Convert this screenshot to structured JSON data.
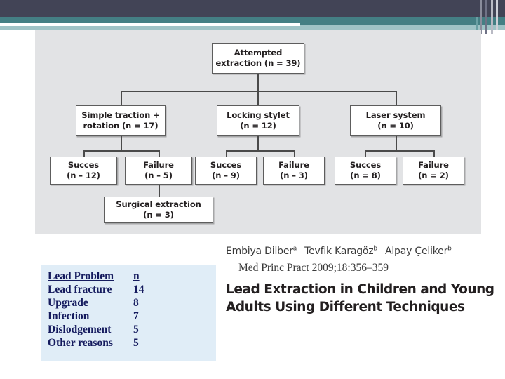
{
  "theme": {
    "band_dark": "#424456",
    "band_teal": "#447f84",
    "band_light_teal": "#9fc3c6",
    "figure_panel_bg": "#e2e3e5",
    "table_bg": "#e0edf7",
    "table_text": "#151b5e",
    "node_border": "#5d5d5d"
  },
  "figure": {
    "root": {
      "line1": "Attempted",
      "line2": "extraction (n = 39)"
    },
    "branches": [
      {
        "title_line1": "Simple traction +",
        "title_line2": "rotation (n = 17)",
        "success_line1": "Succes",
        "success_line2": "(n – 12)",
        "failure_line1": "Failure",
        "failure_line2": "(n – 5)"
      },
      {
        "title_line1": "Locking stylet",
        "title_line2": "(n = 12)",
        "success_line1": "Succes",
        "success_line2": "(n – 9)",
        "failure_line1": "Failure",
        "failure_line2": "(n – 3)"
      },
      {
        "title_line1": "Laser system",
        "title_line2": "(n = 10)",
        "success_line1": "Succes",
        "success_line2": "(n = 8)",
        "failure_line1": "Failure",
        "failure_line2": "(n = 2)"
      }
    ],
    "surgical": {
      "line1": "Surgical extraction",
      "line2": "(n = 3)"
    }
  },
  "lead_table": {
    "headers": {
      "label": "Lead Problem",
      "n": "n"
    },
    "rows": [
      {
        "label": "Lead fracture",
        "n": "14"
      },
      {
        "label": "Upgrade",
        "n": "8"
      },
      {
        "label": "Infection",
        "n": "7"
      },
      {
        "label": "Dislodgement",
        "n": "5"
      },
      {
        "label": "Other reasons",
        "n": "5"
      }
    ]
  },
  "paper": {
    "authors": [
      {
        "name": "Embiya Dilber",
        "affiliation": "a"
      },
      {
        "name": "Tevfik Karagöz",
        "affiliation": "b"
      },
      {
        "name": "Alpay Çeliker",
        "affiliation": "b"
      }
    ],
    "citation": "Med Princ Pract 2009;18:356–359",
    "title_line1": "Lead Extraction in Children and Young",
    "title_line2": "Adults Using Different Techniques"
  }
}
